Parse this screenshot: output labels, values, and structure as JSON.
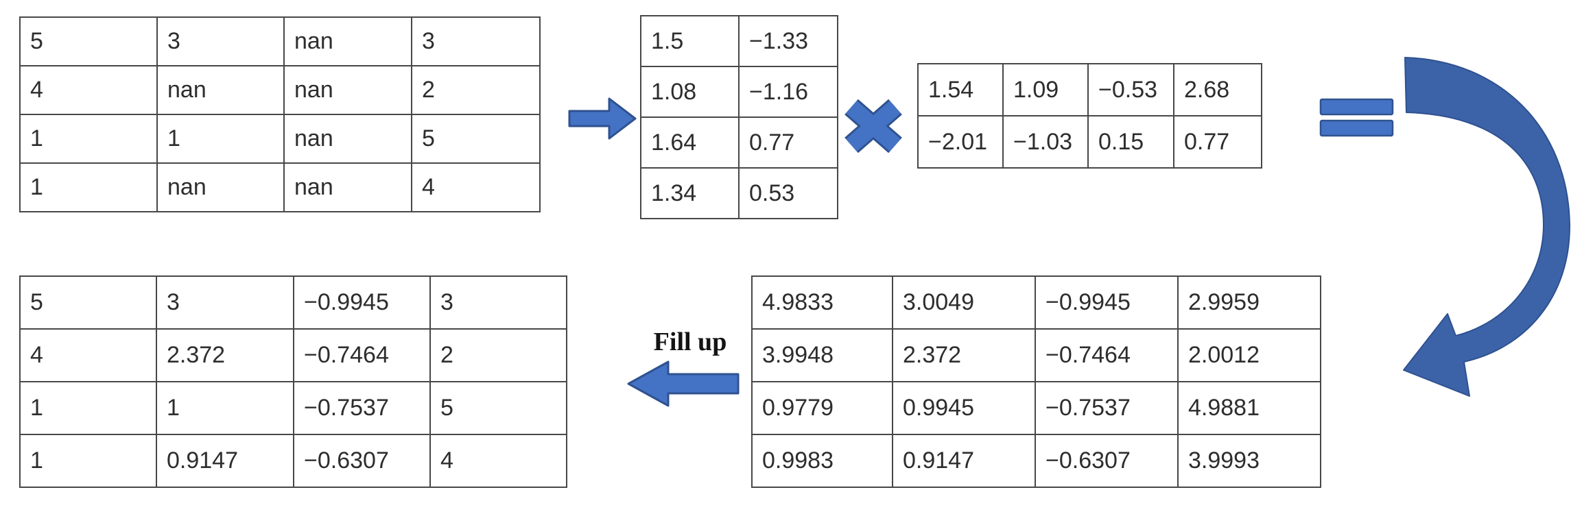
{
  "labels": {
    "fill_up": "Fill up"
  },
  "colors": {
    "arrow_fill": "#4472C4",
    "arrow_border": "#2F528F",
    "curved_arrow_fill": "#3C63A8",
    "table_border": "#474747",
    "cell_text": "#2D2D2D"
  },
  "icons": {
    "transform_arrow": "right-arrow-icon",
    "multiply": "multiply-icon",
    "equals": "equals-icon",
    "result_arrow": "curved-down-arrow-icon",
    "fill_arrow": "left-arrow-icon"
  },
  "tables": {
    "original_matrix": {
      "rows": [
        [
          "5",
          "3",
          "nan",
          "3"
        ],
        [
          "4",
          "nan",
          "nan",
          "2"
        ],
        [
          "1",
          "1",
          "nan",
          "5"
        ],
        [
          "1",
          "nan",
          "nan",
          "4"
        ]
      ]
    },
    "left_factor_matrix": {
      "rows": [
        [
          "1.5",
          "−1.33"
        ],
        [
          "1.08",
          "−1.16"
        ],
        [
          "1.64",
          "0.77"
        ],
        [
          "1.34",
          "0.53"
        ]
      ]
    },
    "right_factor_matrix": {
      "rows": [
        [
          "1.54",
          "1.09",
          "−0.53",
          "2.68"
        ],
        [
          "−2.01",
          "−1.03",
          "0.15",
          "0.77"
        ]
      ]
    },
    "product_matrix": {
      "rows": [
        [
          "4.9833",
          "3.0049",
          "−0.9945",
          "2.9959"
        ],
        [
          "3.9948",
          "2.372",
          "−0.7464",
          "2.0012"
        ],
        [
          "0.9779",
          "0.9945",
          "−0.7537",
          "4.9881"
        ],
        [
          "0.9983",
          "0.9147",
          "−0.6307",
          "3.9993"
        ]
      ]
    },
    "filled_matrix": {
      "rows": [
        [
          "5",
          "3",
          "−0.9945",
          "3"
        ],
        [
          "4",
          "2.372",
          "−0.7464",
          "2"
        ],
        [
          "1",
          "1",
          "−0.7537",
          "5"
        ],
        [
          "1",
          "0.9147",
          "−0.6307",
          "4"
        ]
      ]
    }
  }
}
